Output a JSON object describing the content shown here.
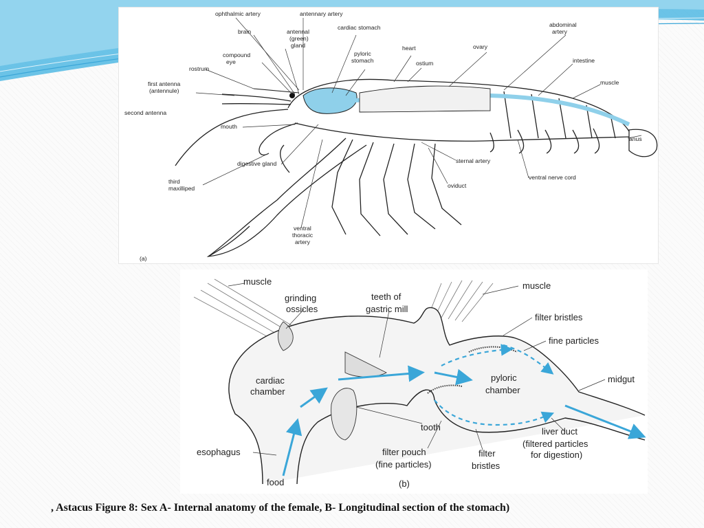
{
  "figure_a": {
    "panel_label": "(a)",
    "labels": {
      "ophthalmic_artery": "ophthalmic artery",
      "antennary_artery": "antennary artery",
      "brain": "brain",
      "antennal_gland_1": "antennal",
      "antennal_gland_2": "(green)",
      "antennal_gland_3": "gland",
      "cardiac_stomach": "cardiac stomach",
      "compound_eye_1": "compound",
      "compound_eye_2": "eye",
      "pyloric_stomach_1": "pyloric",
      "pyloric_stomach_2": "stomach",
      "heart": "heart",
      "ovary": "ovary",
      "abdominal_artery_1": "abdominal",
      "abdominal_artery_2": "artery",
      "rostrum": "rostrum",
      "ostium": "ostium",
      "intestine": "intestine",
      "first_antenna_1": "first antenna",
      "first_antenna_2": "(antennule)",
      "muscle": "muscle",
      "second_antenna": "second antenna",
      "mouth": "mouth",
      "anus": "anus",
      "digestive_gland": "digestive gland",
      "sternal_artery": "sternal artery",
      "third_maxilliped_1": "third",
      "third_maxilliped_2": "maxilliped",
      "ventral_nerve_cord": "ventral nerve cord",
      "oviduct": "oviduct",
      "ventral_thoracic_artery_1": "ventral",
      "ventral_thoracic_artery_2": "thoracic",
      "ventral_thoracic_artery_3": "artery"
    }
  },
  "figure_b": {
    "panel_label": "(b)",
    "labels": {
      "muscle_left": "muscle",
      "grinding_1": "grinding",
      "grinding_2": "ossicles",
      "teeth_1": "teeth of",
      "teeth_2": "gastric mill",
      "muscle_right": "muscle",
      "filter_bristles_top": "filter bristles",
      "fine_particles": "fine particles",
      "cardiac_1": "cardiac",
      "cardiac_2": "chamber",
      "pyloric_1": "pyloric",
      "pyloric_2": "chamber",
      "midgut": "midgut",
      "tooth": "tooth",
      "liver_1": "liver duct",
      "liver_2": "(filtered particles",
      "liver_3": "for digestion)",
      "esophagus": "esophagus",
      "filter_pouch_1": "filter pouch",
      "filter_pouch_2": "(fine particles)",
      "filter_bristles_bottom_1": "filter",
      "filter_bristles_bottom_2": "bristles",
      "food": "food"
    }
  },
  "caption": ", Astacus Figure 8: Sex A- Internal anatomy of the female, B- Longitudinal section of the stomach)",
  "colors": {
    "accent_blue": "#3aa6d8",
    "organ_blue": "#8fd0ea",
    "swoosh_blue": "#5bbde4",
    "ink": "#222222"
  }
}
